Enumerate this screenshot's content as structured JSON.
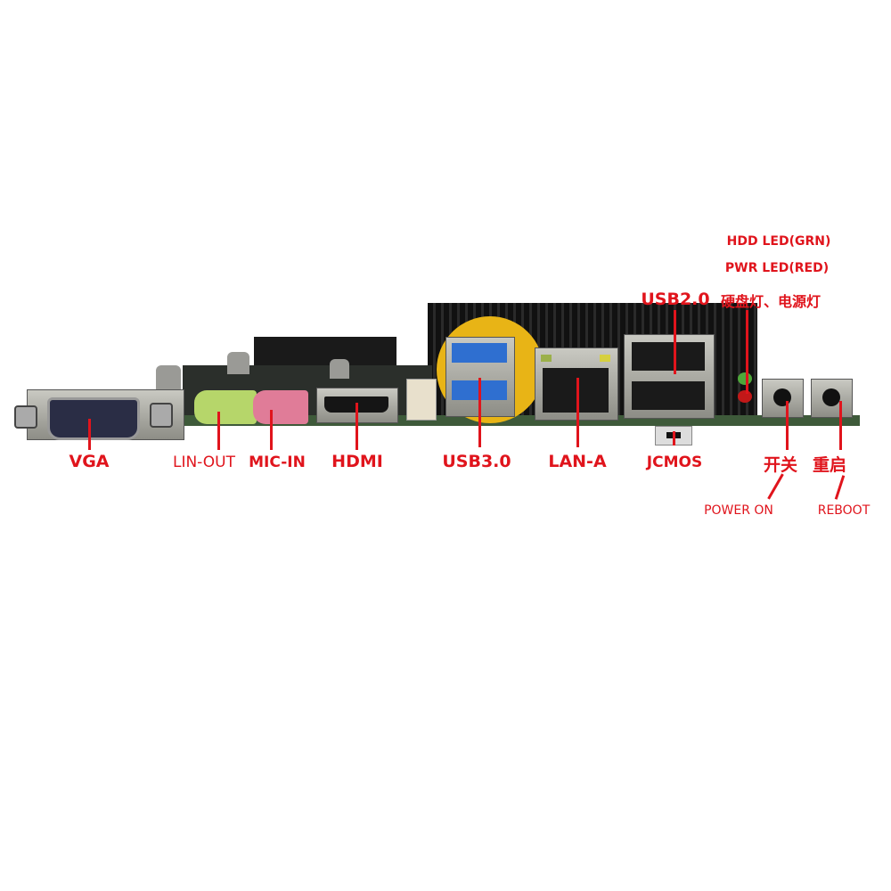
{
  "labels": {
    "vga": "VGA",
    "lin_out": "LIN-OUT",
    "mic_in": "MIC-IN",
    "hdmi": "HDMI",
    "usb3": "USB3.0",
    "lan": "LAN-A",
    "jcmos": "JCMOS",
    "usb2": "USB2.0",
    "hdd_led": "HDD LED(GRN)",
    "pwr_led": "PWR LED(RED)",
    "led_cn": "硬盘灯、电源灯",
    "power_cn": "开关",
    "reboot_cn": "重启",
    "power_on": "POWER ON",
    "reboot": "REBOOT"
  },
  "colors": {
    "label": "#e0141c",
    "pcb": "#3e5a3a",
    "heatsink": "#151515",
    "usb3": "#2f6fd0",
    "battery": "#e8b416",
    "lineout": "#b6d66a",
    "micin": "#e07c98"
  }
}
